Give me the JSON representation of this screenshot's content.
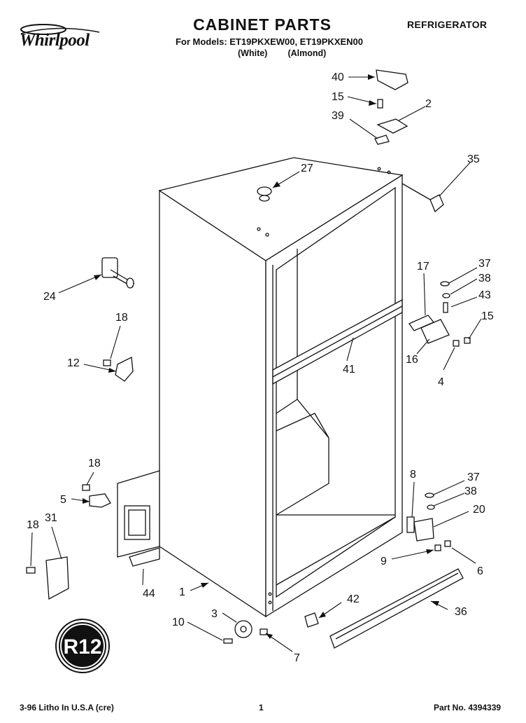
{
  "header": {
    "brand": "Whirlpool",
    "title": "CABINET PARTS",
    "models_line": "For Models: ET19PKXEW00, ET19PKXEN00",
    "variant_white": "(White)",
    "variant_almond": "(Almond)",
    "category": "REFRIGERATOR"
  },
  "badge": "R12",
  "footer": {
    "litho": "3-96 Litho In U.S.A (cre)",
    "page": "1",
    "part_no": "Part No. 4394339"
  },
  "callouts": [
    {
      "id": "c40",
      "label": "40"
    },
    {
      "id": "c15a",
      "label": "15"
    },
    {
      "id": "c2",
      "label": "2"
    },
    {
      "id": "c39",
      "label": "39"
    },
    {
      "id": "c27",
      "label": "27"
    },
    {
      "id": "c35",
      "label": "35"
    },
    {
      "id": "c24",
      "label": "24"
    },
    {
      "id": "c17",
      "label": "17"
    },
    {
      "id": "c37a",
      "label": "37"
    },
    {
      "id": "c38a",
      "label": "38"
    },
    {
      "id": "c43",
      "label": "43"
    },
    {
      "id": "c15b",
      "label": "15"
    },
    {
      "id": "c18a",
      "label": "18"
    },
    {
      "id": "c12",
      "label": "12"
    },
    {
      "id": "c41",
      "label": "41"
    },
    {
      "id": "c16",
      "label": "16"
    },
    {
      "id": "c4",
      "label": "4"
    },
    {
      "id": "c18b",
      "label": "18"
    },
    {
      "id": "c5",
      "label": "5"
    },
    {
      "id": "c8",
      "label": "8"
    },
    {
      "id": "c37b",
      "label": "37"
    },
    {
      "id": "c38b",
      "label": "38"
    },
    {
      "id": "c20",
      "label": "20"
    },
    {
      "id": "c18c",
      "label": "18"
    },
    {
      "id": "c31",
      "label": "31"
    },
    {
      "id": "c9",
      "label": "9"
    },
    {
      "id": "c6",
      "label": "6"
    },
    {
      "id": "c44",
      "label": "44"
    },
    {
      "id": "c1",
      "label": "1"
    },
    {
      "id": "c42",
      "label": "42"
    },
    {
      "id": "c3",
      "label": "3"
    },
    {
      "id": "c36",
      "label": "36"
    },
    {
      "id": "c10",
      "label": "10"
    },
    {
      "id": "c7",
      "label": "7"
    }
  ]
}
